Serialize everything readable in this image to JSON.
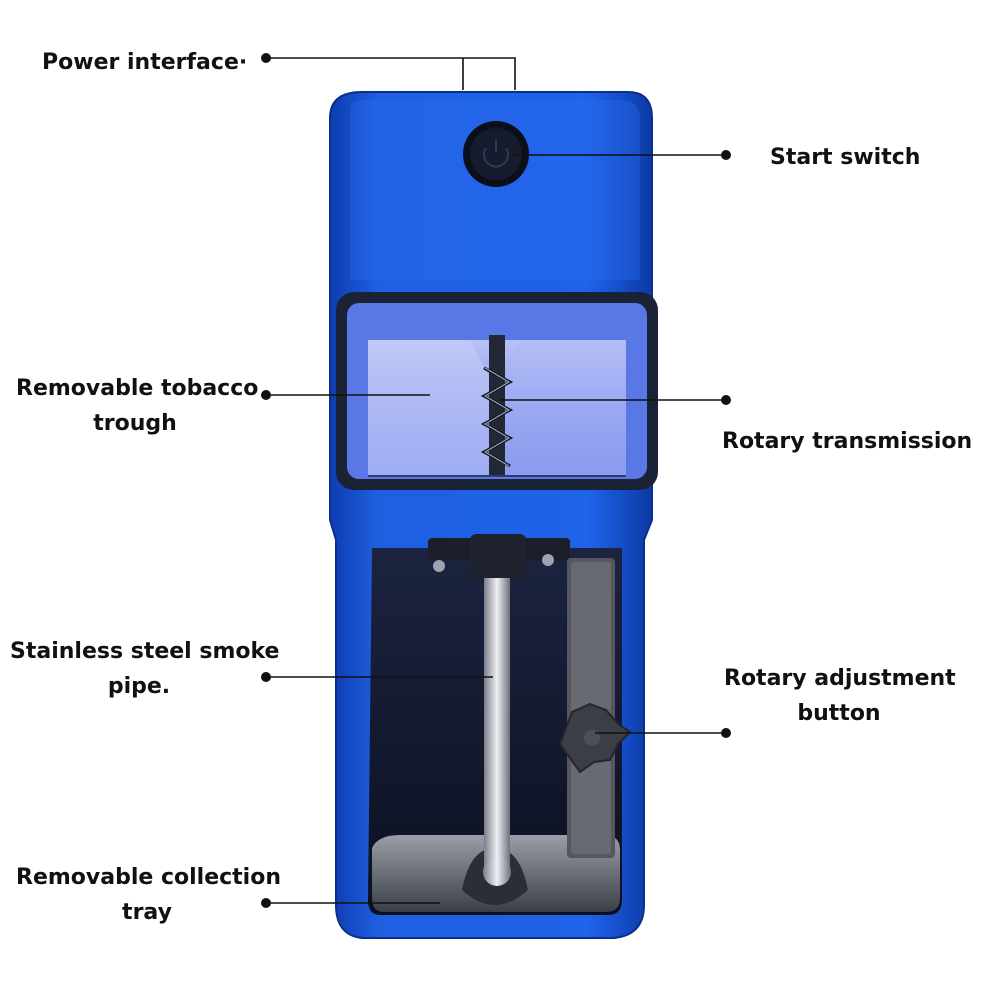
{
  "labels": {
    "power_interface": "Power interface·",
    "start_switch": "Start switch",
    "tobacco_trough": {
      "line1": "Removable tobacco",
      "line2": "trough"
    },
    "rotary_transmission": "Rotary transmission",
    "smoke_pipe": {
      "line1": "Stainless steel smoke",
      "line2": "pipe."
    },
    "rotary_adjustment": {
      "line1": "Rotary adjustment",
      "line2": "button"
    },
    "collection_tray": {
      "line1": "Removable collection",
      "line2": "tray"
    }
  },
  "colors": {
    "body_blue": "#1f5fe0",
    "body_blue_dark": "#0f3aa8",
    "trough_frame": "#1c2a4a",
    "leader_line": "#111111",
    "background": "#ffffff"
  }
}
